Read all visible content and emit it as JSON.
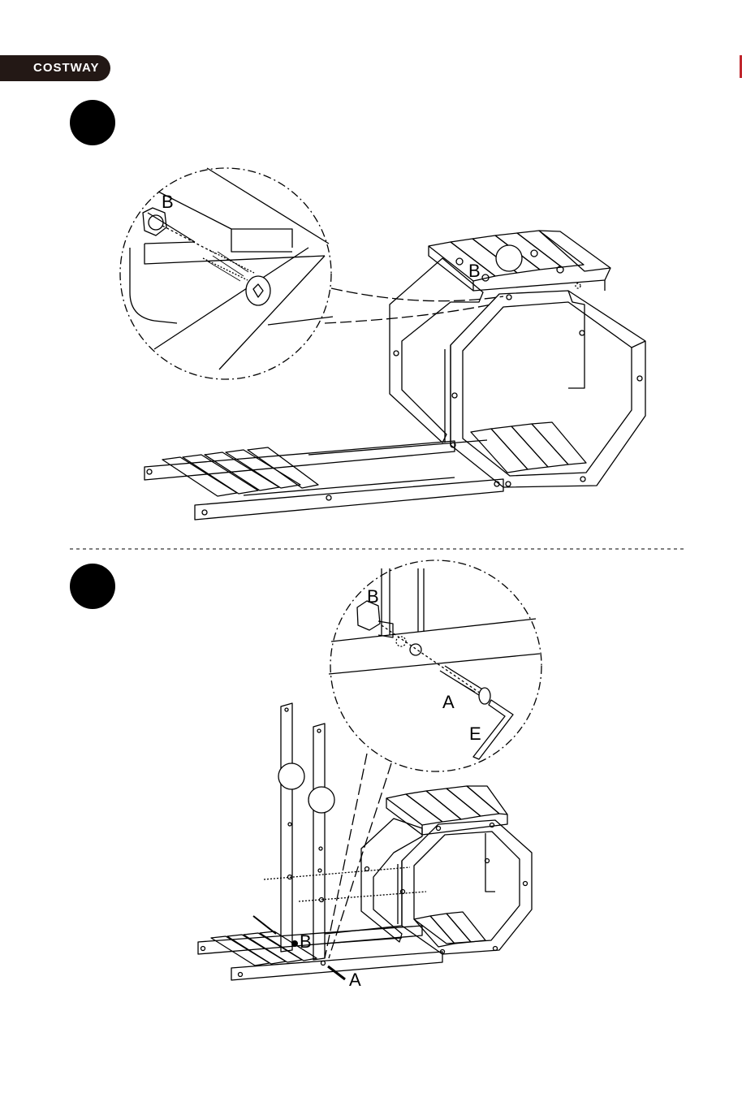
{
  "brand": {
    "name": "COSTWAY",
    "accent_color": "#c0262d",
    "bar_color": "#231815"
  },
  "steps": [
    {
      "marker": "step-dot",
      "parts": {
        "detail_bolt": "B",
        "assembly_bolt": "B"
      }
    },
    {
      "marker": "step-dot",
      "parts": {
        "detail_nut": "B",
        "detail_screw": "A",
        "detail_wrench": "E",
        "assembly_nut": "B",
        "assembly_screw": "A"
      }
    }
  ]
}
